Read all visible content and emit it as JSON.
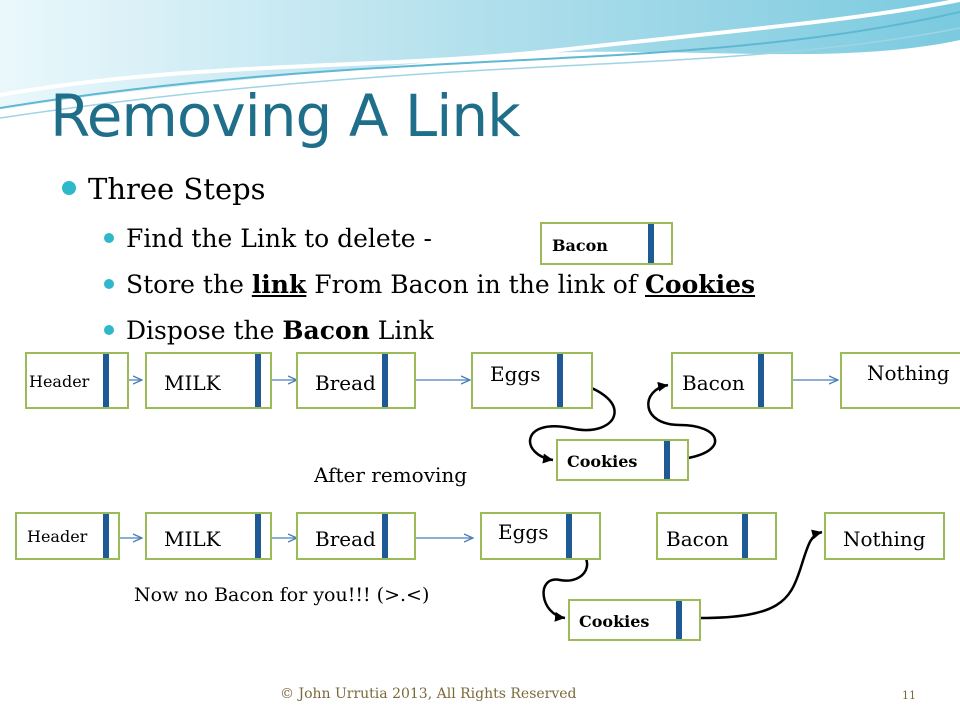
{
  "slide": {
    "title": "Removing A Link",
    "bullet_main": "Three Steps",
    "step1": "Find the Link to delete -",
    "step2_a": "Store the ",
    "step2_link": "link",
    "step2_b": " From Bacon in the link of ",
    "step2_cookies": "Cookies",
    "step3_a": "Dispose the ",
    "step3_bacon": "Bacon",
    "step3_b": " Link",
    "after_label": "After removing",
    "joke": "Now no Bacon for you!!! (>.<)",
    "footer": "© John Urrutia 2013, All Rights Reserved",
    "page_number": "11"
  },
  "floating_node": {
    "label": "Bacon"
  },
  "before": {
    "header": "Header",
    "milk": "MILK",
    "bread": "Bread",
    "eggs": "Eggs",
    "bacon": "Bacon",
    "nothing": "Nothing",
    "cookies": "Cookies"
  },
  "after": {
    "header": "Header",
    "milk": "MILK",
    "bread": "Bread",
    "eggs": "Eggs",
    "bacon": "Bacon",
    "nothing": "Nothing",
    "cookies": "Cookies"
  },
  "colors": {
    "title": "#1f6f8b",
    "node_border": "#9bbb59",
    "pointer_bar": "#1f5a96",
    "arrow": "#4a7ebb",
    "bullet": "#2eb8c9"
  }
}
